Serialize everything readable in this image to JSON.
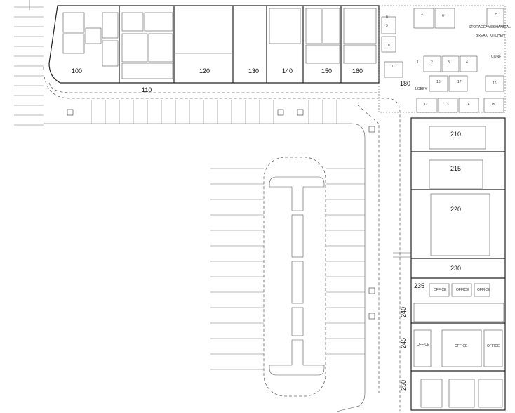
{
  "units": [
    {
      "id": "u100",
      "label": "100"
    },
    {
      "id": "u110",
      "label": "110"
    },
    {
      "id": "u120",
      "label": "120"
    },
    {
      "id": "u130",
      "label": "130"
    },
    {
      "id": "u140",
      "label": "140"
    },
    {
      "id": "u150",
      "label": "150"
    },
    {
      "id": "u160",
      "label": "160"
    },
    {
      "id": "u180",
      "label": "180"
    },
    {
      "id": "u210",
      "label": "210"
    },
    {
      "id": "u215",
      "label": "215"
    },
    {
      "id": "u220",
      "label": "220"
    },
    {
      "id": "u230",
      "label": "230"
    },
    {
      "id": "u235",
      "label": "235"
    },
    {
      "id": "u240",
      "label": "240"
    },
    {
      "id": "u245",
      "label": "245"
    },
    {
      "id": "u250",
      "label": "250"
    }
  ],
  "rooms": {
    "office_word": "OFFICE",
    "numbers": [
      "1",
      "2",
      "3",
      "4",
      "5",
      "6",
      "7",
      "8",
      "9",
      "10",
      "11",
      "12",
      "13",
      "14",
      "15",
      "16",
      "17",
      "18"
    ],
    "lobby": "LOBBY",
    "storage": "STORAGE/ MECHANICAL",
    "break": "BREAK/ KITCHEN",
    "conf": "CONF"
  },
  "symbols": {
    "accessible_icon": "wheelchair-icon"
  }
}
